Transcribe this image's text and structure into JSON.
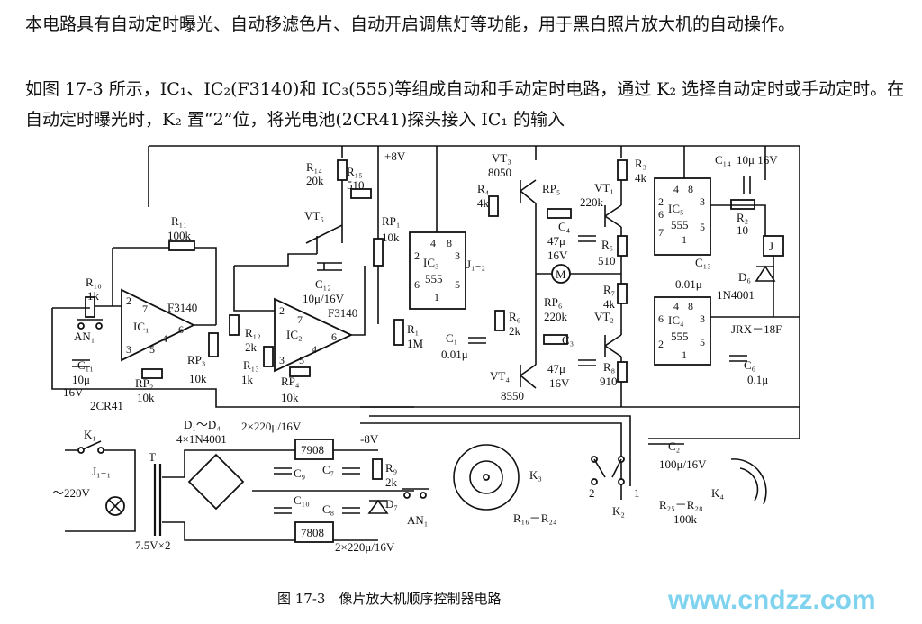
{
  "text": {
    "para1": "本电路具有自动定时曝光、自动移滤色片、自动开启调焦灯等功能，用于黑白照片放大机的自动操作。",
    "para2": "如图 17-3 所示，IC₁、IC₂(F3140)和 IC₃(555)等组成自动和手动定时电路，通过 K₂ 选择自动定时或手动定时。在自动定时曝光时，K₂ 置“2”位，将光电池(2CR41)探头接入 IC₁ 的输入"
  },
  "caption": "图 17-3　像片放大机顺序控制器电路",
  "watermark": "www.cndzz.com",
  "labels": {
    "r11": "R₁₁",
    "r11v": "100k",
    "r10": "R₁₀",
    "r10v": "1k",
    "an1a": "AN₁",
    "ic1": "IC₁",
    "f3140a": "F3140",
    "c11": "C₁₁",
    "c11v": "10μ",
    "v16a": "16V",
    "cr41": "2CR41",
    "rp2": "RP₂",
    "rp2v": "10k",
    "rp3": "RP₃",
    "rp3v": "10k",
    "r14": "R₁₄",
    "r14v": "20k",
    "r15": "R₁₅",
    "r15v": "510",
    "plus8": "+8V",
    "vt5": "VT₅",
    "c12": "C₁₂",
    "c12v": "10μ/16V",
    "f3140b": "F3140",
    "r12": "R₁₂",
    "r12v": "2k",
    "r13": "R₁₃",
    "r13v": "1k",
    "ic2": "IC₂",
    "rp4": "RP₄",
    "rp4v": "10k",
    "rp1": "RP₁",
    "rp1v": "10k",
    "ic3": "IC₃",
    "t555a": "555",
    "r1": "R₁",
    "r1v": "1M",
    "c1": "C₁",
    "c1v": "0.01μ",
    "j12": "J₁₋₂",
    "vt3": "VT₃",
    "n8050": "8050",
    "r4": "R₄",
    "r4v": "4k",
    "rp5": "RP₅",
    "r220a": "220k",
    "vt1": "VT₁",
    "c4": "C₄",
    "c4v": "47μ",
    "v16c4": "16V",
    "r5": "R₅",
    "r5v": "510",
    "motor": "M",
    "r7": "R₇",
    "r7v": "4k",
    "r3": "R₃",
    "r3v": "4k",
    "rp6": "RP₆",
    "rp6v": "220k",
    "r6": "R₆",
    "r6v": "2k",
    "c3": "C₃",
    "c3v": "47μ",
    "v16c3": "16V",
    "vt2": "VT₂",
    "r8": "R₈",
    "r8v": "910",
    "vt4": "VT₄",
    "n8550": "8550",
    "ic5": "IC₅",
    "t555b": "555",
    "c14": "C₁₄",
    "c14v": "10μ 16V",
    "r2": "R₂",
    "r2v": "10",
    "relay": "J",
    "c13": "C₁₃",
    "c13v": "0.01μ",
    "d6": "D₆",
    "n4001": "1N4001",
    "ic4": "IC₄",
    "t555c": "555",
    "jrx": "JRX－18F",
    "c6": "C₆",
    "c6v": "0.1μ",
    "d1d4": "D₁～D₄",
    "d1d4v": "4×1N4001",
    "k1": "K₁",
    "j11": "J₁₋₁",
    "t": "T",
    "ac220": "～220V",
    "v75": "7.5V×2",
    "cap2x220a": "2×220μ/16V",
    "reg7908": "7908",
    "reg7808": "7808",
    "c9": "C₉",
    "c10": "C₁₀",
    "c7": "C₇",
    "c8": "C₈",
    "cap2x220b": "2×220μ/16V",
    "minus8": "-8V",
    "r9": "R₉",
    "r9v": "2k",
    "d7": "D₇",
    "an1b": "AN₁",
    "k3": "K₃",
    "r16r24": "R₁₆－R₂₄",
    "k2": "K₂",
    "pos2": "2",
    "pos1": "1",
    "c2": "C₂",
    "c2v": "100μ/16V",
    "r25r28": "R₂₅－R₂₈",
    "r100k": "100k",
    "k4": "K₄",
    "pin": {
      "p7": "7",
      "p1": "1",
      "p2": "2",
      "p3": "3",
      "p4": "4",
      "p5": "5",
      "p6": "6",
      "p8": "8"
    }
  }
}
